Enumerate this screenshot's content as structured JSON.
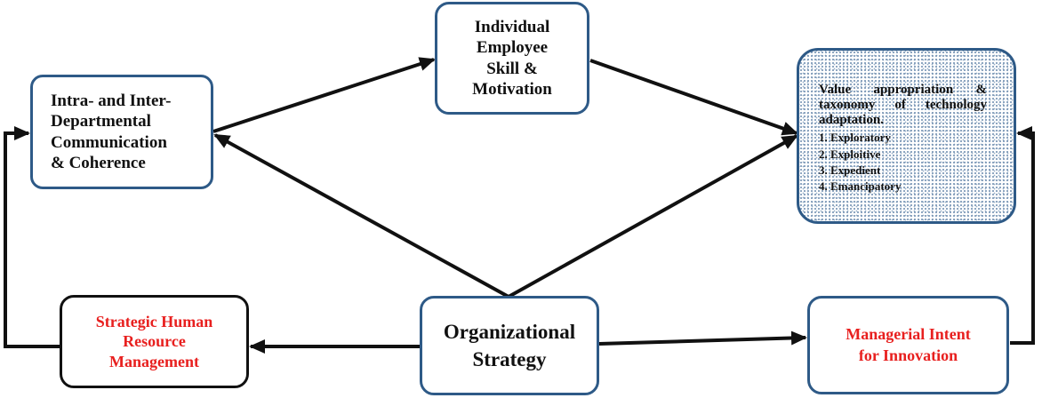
{
  "nodes": {
    "communication": {
      "label": "Intra- and Inter-\nDepartmental\nCommunication\n& Coherence"
    },
    "employee_skill": {
      "label": "Individual\nEmployee\nSkill &\nMotivation"
    },
    "value": {
      "title": "Value appropriation & taxonomy of technology adaptation.",
      "items": [
        "1. Exploratory",
        "2. Exploitive",
        "3. Expedient",
        "4. Emancipatory"
      ]
    },
    "shrm": {
      "label": "Strategic Human\nResource\nManagement"
    },
    "strategy": {
      "label": "Organizational\nStrategy"
    },
    "intent": {
      "label": "Managerial Intent\nfor Innovation"
    }
  },
  "colors": {
    "box_border": "#2e5a87",
    "arrow": "#111111",
    "highlight_text": "#e8201f",
    "pattern_dots": "#6f8eb0"
  }
}
